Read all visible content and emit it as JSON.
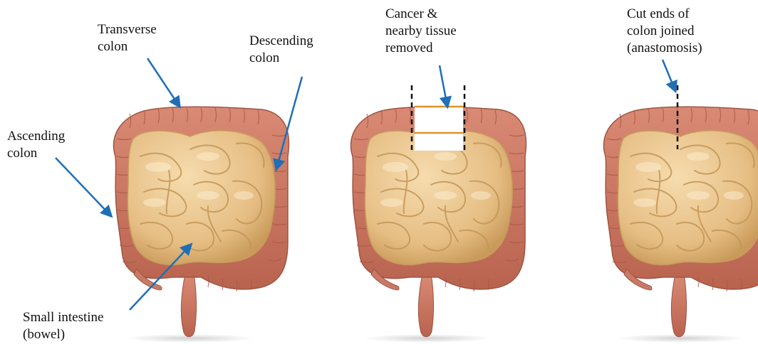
{
  "labels": {
    "transverse": "Transverse\ncolon",
    "descending": "Descending\ncolon",
    "ascending": "Ascending\ncolon",
    "small_intestine": "Small intestine\n(bowel)",
    "cancer_removed": "Cancer &\nnearby tissue\nremoved",
    "joined": "Cut ends of\ncolon joined\n(anastomosis)"
  },
  "colors": {
    "colon": "#c97a66",
    "colon_dark": "#9e5442",
    "intestine": "#e9c58e",
    "intestine_dark": "#c79c5e",
    "arrow": "#1f6fb5",
    "cut_line": "#e0902a",
    "dashes": "#111111"
  }
}
